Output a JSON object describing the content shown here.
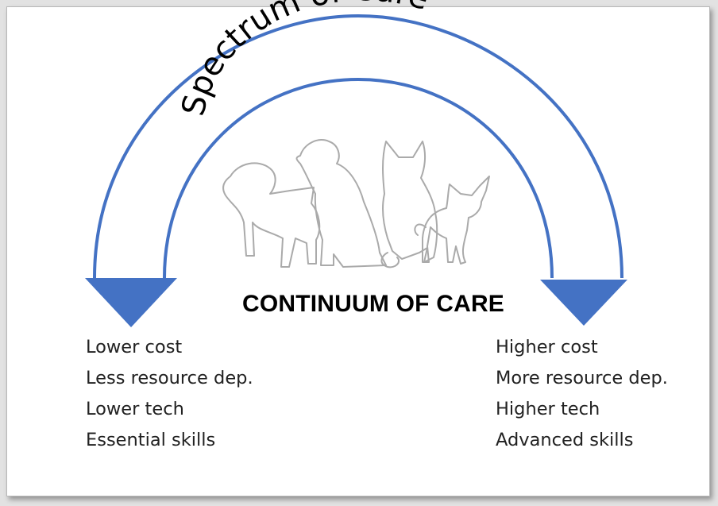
{
  "diagram": {
    "arc_title": "Spectrum of Care",
    "heading": "CONTINUUM OF CARE",
    "left_column": [
      "Lower cost",
      "Less resource dep.",
      "Lower tech",
      "Essential skills"
    ],
    "right_column": [
      "Higher cost",
      "More resource dep.",
      "Higher tech",
      "Advanced skills"
    ]
  },
  "colors": {
    "arrow": "#4472c4",
    "dog_outline": "#aaaaaa",
    "text": "#222222"
  },
  "icons": [
    "arc-arrow",
    "dogs-silhouette-illustration"
  ]
}
